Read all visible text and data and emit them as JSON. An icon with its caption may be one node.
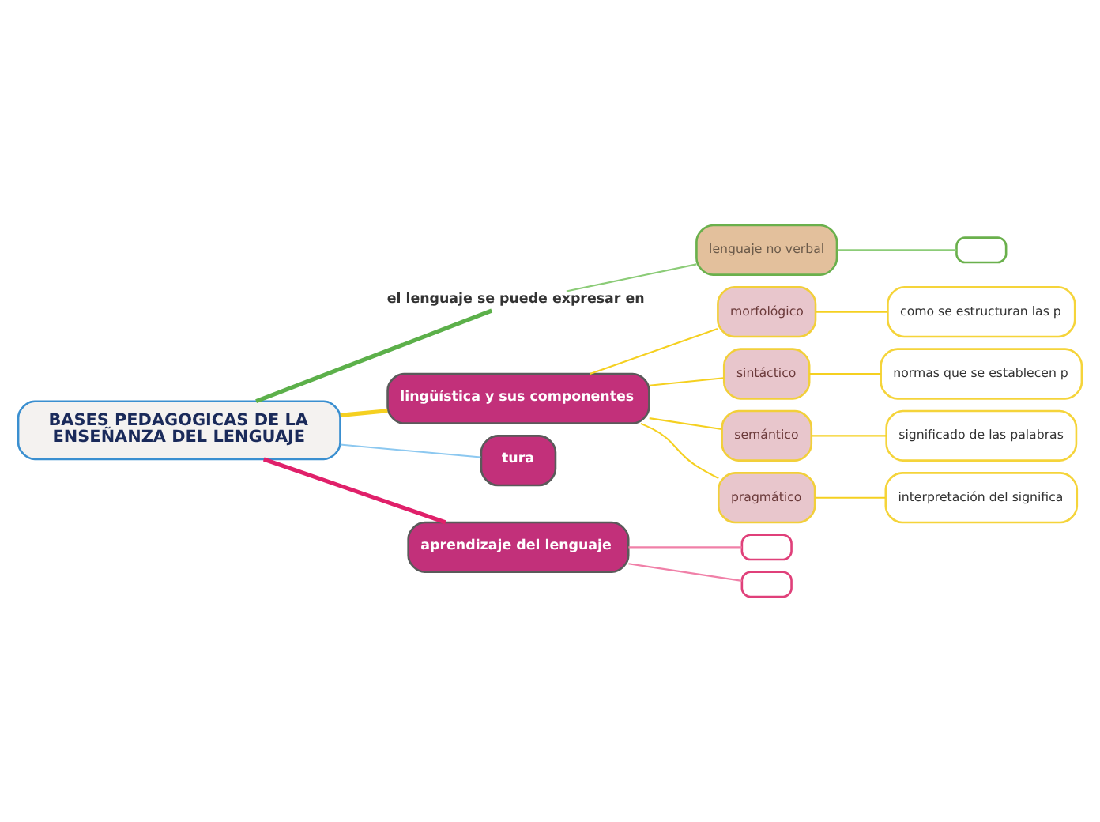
{
  "diagram": {
    "nodes": [
      {
        "text": [
          "el lenguaje se puede expresar en"
        ]
      },
      {
        "text": [
          "lingüística y sus componentes"
        ]
      },
      {
        "text": [
          "lenguaje no verbal"
        ]
      },
      {
        "text": [],
        "shape": "box"
      },
      {
        "text": [
          "morfológico"
        ]
      },
      {
        "text": [
          "como se estructuran las p"
        ]
      },
      {
        "text": [
          "sintáctico"
        ]
      },
      {
        "text": [
          "normas que se establecen p"
        ]
      },
      {
        "text": [
          "semántico"
        ]
      },
      {
        "text": [
          "significado de las palabras"
        ]
      },
      {
        "text": [
          "pragmático"
        ]
      },
      {
        "text": [
          "interpretación del significa"
        ]
      },
      {
        "text": [
          "BASES PEDAGOGICAS DE LA ENSEÑANZA DEL LENGUAJE"
        ]
      },
      {
        "text": [
          "tura"
        ]
      },
      {
        "text": [
          "aprendizaje del lenguaje"
        ]
      },
      {
        "text": [],
        "shape": "box"
      },
      {
        "text": [],
        "shape": "box"
      }
    ],
    "edges": [
      {
        "from": 12,
        "to": 0,
        "arrow": "none",
        "style": "thick",
        "color": "#5cb04a"
      },
      {
        "from": 12,
        "to": 1,
        "arrow": "none",
        "style": "thick"
      },
      {
        "from": 12,
        "to": 13,
        "arrow": "none",
        "color": "#8cc8f0"
      },
      {
        "from": 12,
        "to": 14,
        "arrow": "none",
        "style": "thick",
        "color": "#e0206a"
      },
      {
        "from": 0,
        "to": 2,
        "arrow": "none",
        "color": "#8ccc78"
      },
      {
        "from": 2,
        "to": 3,
        "arrow": "none",
        "color": "#8ccc78"
      },
      {
        "from": 1,
        "to": 4,
        "arrow": "none"
      },
      {
        "from": 1,
        "to": 6,
        "arrow": "none"
      },
      {
        "from": 1,
        "to": 8,
        "arrow": "none"
      },
      {
        "from": 1,
        "to": 10,
        "arrow": "none"
      },
      {
        "from": 4,
        "to": 5,
        "arrow": "none"
      },
      {
        "from": 6,
        "to": 7,
        "arrow": "none"
      },
      {
        "from": 8,
        "to": 9,
        "arrow": "none"
      },
      {
        "from": 10,
        "to": 11,
        "arrow": "none"
      },
      {
        "from": 14,
        "to": 15,
        "arrow": "none",
        "color": "#f080a8"
      },
      {
        "from": 14,
        "to": 16,
        "arrow": "none",
        "color": "#f080a8"
      }
    ]
  }
}
